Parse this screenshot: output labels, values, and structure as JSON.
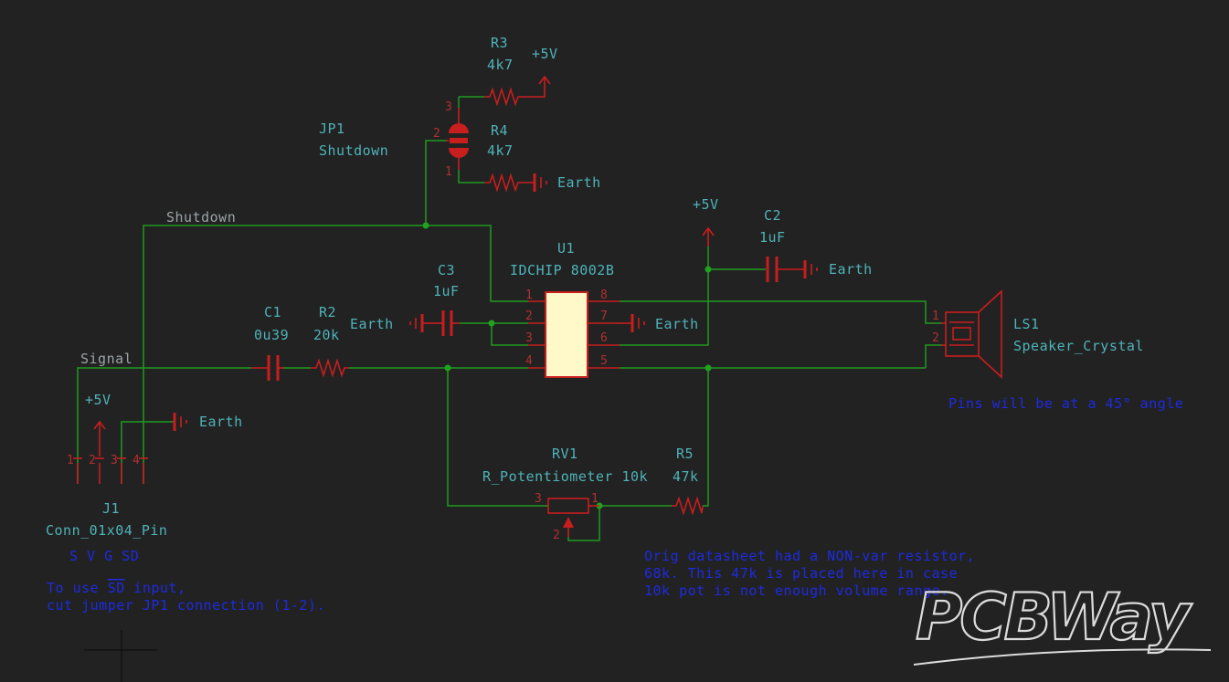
{
  "components": {
    "R3": {
      "ref": "R3",
      "value": "4k7"
    },
    "R4": {
      "ref": "R4",
      "value": "4k7"
    },
    "JP1": {
      "ref": "JP1",
      "value": "Shutdown"
    },
    "U1": {
      "ref": "U1",
      "value": "IDCHIP 8002B"
    },
    "C1": {
      "ref": "C1",
      "value": "0u39"
    },
    "R2": {
      "ref": "R2",
      "value": "20k"
    },
    "C2": {
      "ref": "C2",
      "value": "1uF"
    },
    "C3": {
      "ref": "C3",
      "value": "1uF"
    },
    "LS1": {
      "ref": "LS1",
      "value": "Speaker_Crystal"
    },
    "RV1": {
      "ref": "RV1",
      "value": "R_Potentiometer 10k"
    },
    "R5": {
      "ref": "R5",
      "value": "47k"
    },
    "J1": {
      "ref": "J1",
      "value": "Conn_01x04_Pin"
    }
  },
  "power": {
    "vcc": "+5V",
    "gnd": "Earth"
  },
  "nets": {
    "shutdown": "Shutdown",
    "signal": "Signal"
  },
  "pins": {
    "u1_left": [
      "1",
      "2",
      "3",
      "4"
    ],
    "u1_right": [
      "8",
      "7",
      "6",
      "5"
    ],
    "jp1": [
      "3",
      "2",
      "1"
    ],
    "ls1": [
      "1",
      "2"
    ],
    "rv1": [
      "3",
      "1",
      "2"
    ],
    "j1": [
      "1",
      "2",
      "3",
      "4"
    ]
  },
  "notes": {
    "j1_pins": "S V G SD",
    "sd_line1_pre": "To use ",
    "sd_line1_over": "SD",
    "sd_line1_post": " input,",
    "sd_line2": "cut jumper JP1 connection (1-2).",
    "ls1_angle": "Pins will be at a 45° angle",
    "orig_line1": "Orig datasheet had a NON-var resistor,",
    "orig_line2": "68k. This 47k is placed here in case",
    "orig_line3": "10k pot is not enough volume range."
  },
  "watermark": "PCBWay"
}
